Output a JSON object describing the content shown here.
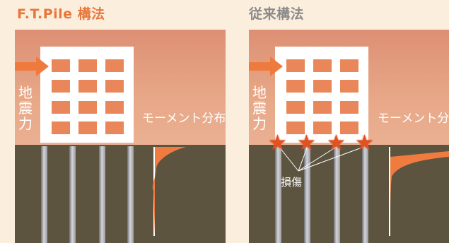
{
  "left_panel": {
    "title": "F.T.Pile 構法",
    "force_label": [
      "地",
      "震",
      "力"
    ],
    "moment_label": "モーメント分布",
    "icons": [
      "arrow-right-icon"
    ]
  },
  "right_panel": {
    "title": "従来構法",
    "force_label": [
      "地",
      "震",
      "力"
    ],
    "moment_label": "モーメント分布",
    "damage_label": "損傷",
    "icons": [
      "arrow-right-icon",
      "star-icon"
    ]
  },
  "colors": {
    "accent_orange": "#e8763a",
    "window_orange": "#e9875a",
    "sky": "#e7a888",
    "ground": "#5d5440",
    "damage_star": "#e0521f"
  }
}
